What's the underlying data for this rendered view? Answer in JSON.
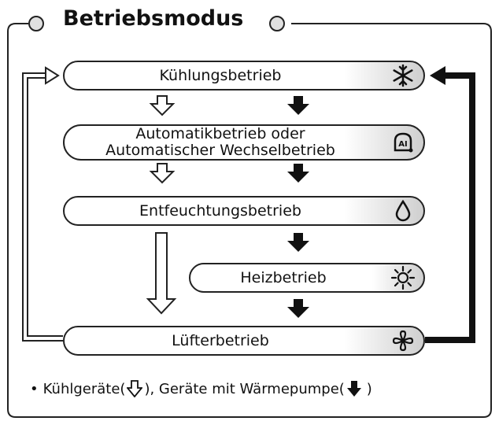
{
  "title": "Betriebsmodus",
  "modes": [
    {
      "label": "Kühlungsbetrieb",
      "icon": "snowflake-icon"
    },
    {
      "label": "Automatikbetrieb oder\nAutomatischer Wechselbetrieb",
      "icon": "auto-ai-icon"
    },
    {
      "label": "Entfeuchtungsbetrieb",
      "icon": "water-drop-icon"
    },
    {
      "label": "Heizbetrieb",
      "icon": "sun-icon"
    },
    {
      "label": "Lüfterbetrieb",
      "icon": "fan-icon"
    }
  ],
  "legend": {
    "bullet": "•",
    "cooling_label": "Kühlgeräte(",
    "close1": "),",
    "heatpump_label": " Geräte mit Wärmepumpe(",
    "close2": ")"
  },
  "colors": {
    "accent": "#111111",
    "pill_shade": "#cfcfcf"
  }
}
